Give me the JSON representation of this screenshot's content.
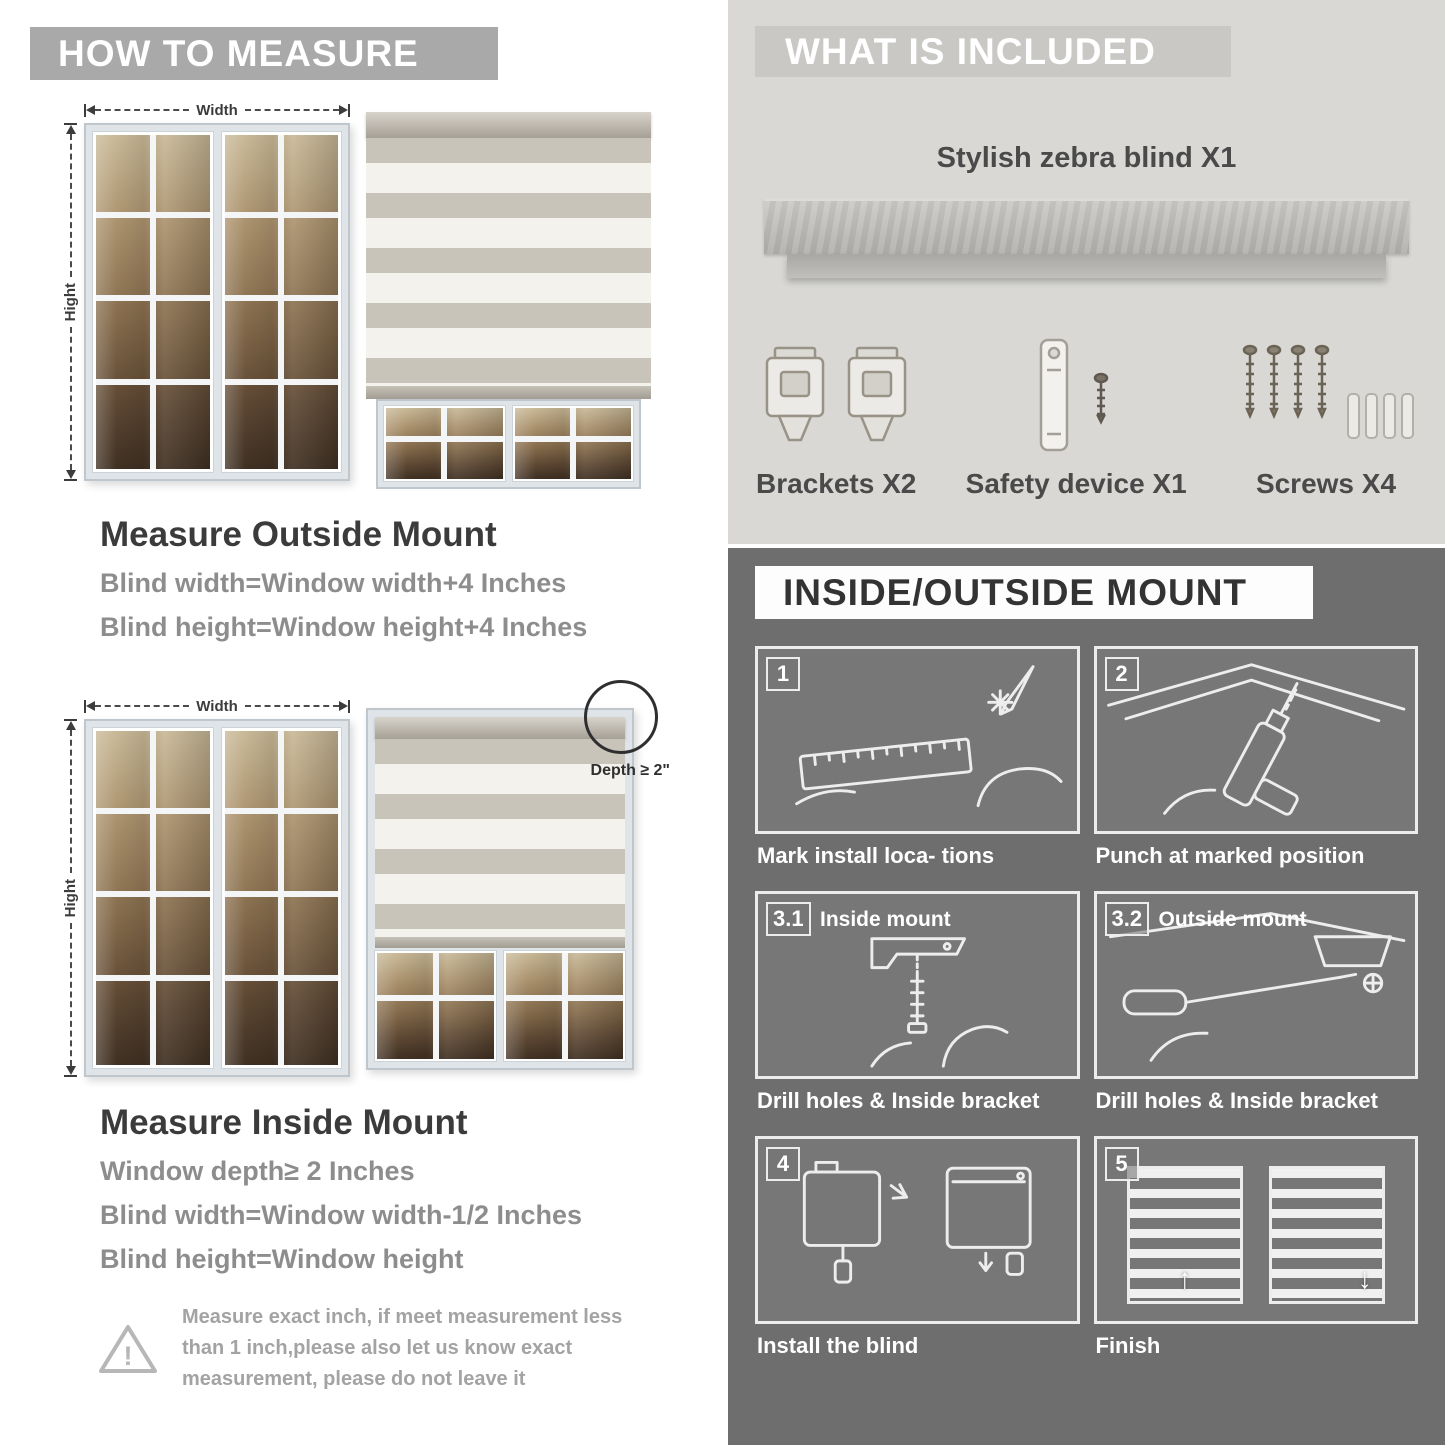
{
  "icons": {
    "up_arrow": "↑",
    "down_arrow": "↓",
    "exclamation": "!"
  },
  "left": {
    "header": "HOW TO MEASURE",
    "labels": {
      "width": "Width",
      "hight": "Hight",
      "depth": "Depth ≥ 2\""
    },
    "outside": {
      "title": "Measure Outside Mount",
      "lines": [
        "Blind width=Window width+4 Inches",
        "Blind height=Window height+4 Inches"
      ]
    },
    "inside": {
      "title": "Measure Inside Mount",
      "lines": [
        "Window depth≥ 2 Inches",
        "Blind width=Window width-1/2 Inches",
        "Blind height=Window height"
      ]
    },
    "warning": "Measure exact inch, if meet measurement less than 1 inch,please also let us know exact measurement, please do not leave it"
  },
  "right": {
    "included": {
      "header": "WHAT IS INCLUDED",
      "product_label": "Stylish zebra blind X1",
      "items": [
        {
          "label": "Brackets X2"
        },
        {
          "label": "Safety device X1"
        },
        {
          "label": "Screws X4"
        }
      ]
    },
    "mount": {
      "header": "INSIDE/OUTSIDE MOUNT",
      "steps": [
        {
          "num": "1",
          "title": "",
          "caption": "Mark install loca- tions"
        },
        {
          "num": "2",
          "title": "",
          "caption": "Punch at  marked position"
        },
        {
          "num": "3.1",
          "title": "Inside mount",
          "caption": "Drill holes &  Inside bracket"
        },
        {
          "num": "3.2",
          "title": "Outside mount",
          "caption": "Drill holes &  Inside bracket"
        },
        {
          "num": "4",
          "title": "",
          "caption": "Install the blind"
        },
        {
          "num": "5",
          "title": "",
          "caption": "Finish"
        }
      ]
    }
  }
}
